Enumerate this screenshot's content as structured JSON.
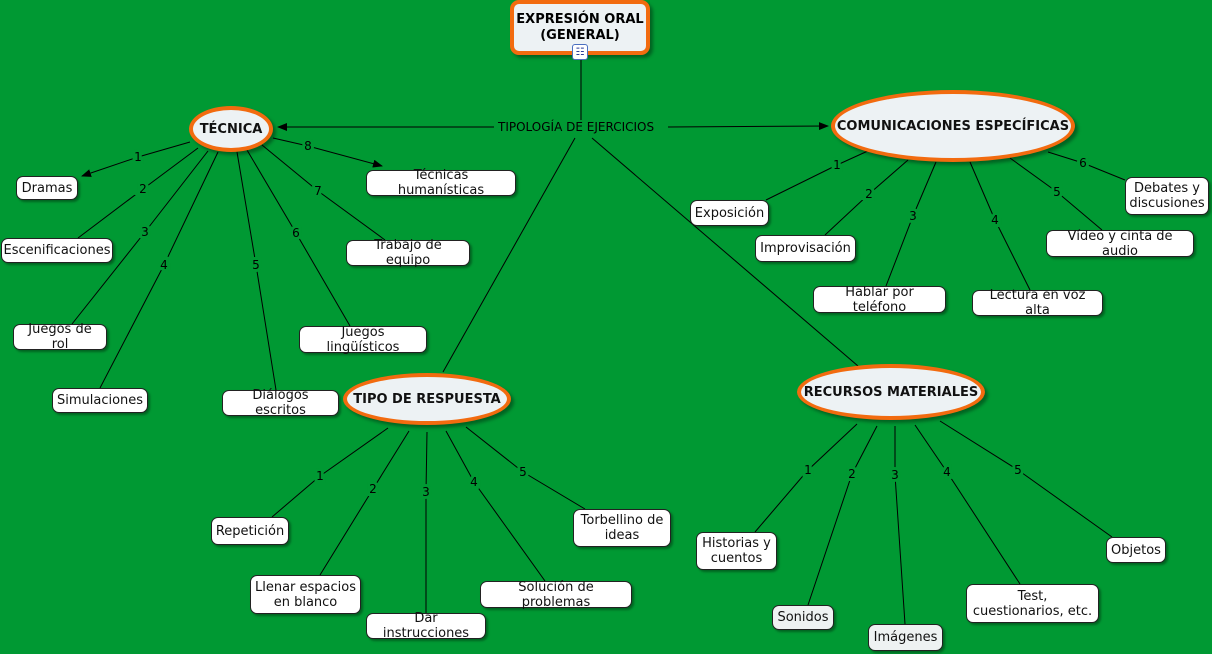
{
  "root": {
    "title_line1": "EXPRESIÓN ORAL",
    "title_line2": "(GENERAL)",
    "icon": "concept-map-icon"
  },
  "link_label": "TIPOLOGÍA DE EJERCICIOS",
  "colors": {
    "background": "#009933",
    "node_border": "#f26b0f",
    "node_fill": "#edf2f4"
  },
  "tecnica": {
    "title": "TÉCNICA",
    "children": [
      {
        "num": "1",
        "label": "Dramas"
      },
      {
        "num": "2",
        "label": "Escenificaciones"
      },
      {
        "num": "3",
        "label": "Juegos de rol"
      },
      {
        "num": "4",
        "label": "Simulaciones"
      },
      {
        "num": "5",
        "label": "Diálogos escritos"
      },
      {
        "num": "6",
        "label": "Juegos lingüísticos"
      },
      {
        "num": "7",
        "label": "Trabajo de equipo"
      },
      {
        "num": "8",
        "label": "Técnicas humanísticas"
      }
    ]
  },
  "comunicaciones": {
    "title": "COMUNICACIONES ESPECÍFICAS",
    "children": [
      {
        "num": "1",
        "label": "Exposición"
      },
      {
        "num": "2",
        "label": "Improvisación"
      },
      {
        "num": "3",
        "label": "Hablar por teléfono"
      },
      {
        "num": "4",
        "label": "Lectura en voz alta"
      },
      {
        "num": "5",
        "label": "Vídeo y cinta de audio"
      },
      {
        "num": "6",
        "label": "Debates y discusiones"
      }
    ]
  },
  "tipo": {
    "title": "TIPO DE RESPUESTA",
    "children": [
      {
        "num": "1",
        "label": "Repetición"
      },
      {
        "num": "2",
        "label": "Llenar espacios en blanco"
      },
      {
        "num": "3",
        "label": "Dar instrucciones"
      },
      {
        "num": "4",
        "label": "Solución de problemas"
      },
      {
        "num": "5",
        "label": "Torbellino de ideas"
      }
    ]
  },
  "recursos": {
    "title": "RECURSOS MATERIALES",
    "children": [
      {
        "num": "1",
        "label": "Historias y cuentos"
      },
      {
        "num": "2",
        "label": "Sonidos"
      },
      {
        "num": "3",
        "label": "Imágenes"
      },
      {
        "num": "4",
        "label": "Test, cuestionarios, etc."
      },
      {
        "num": "5",
        "label": "Objetos"
      }
    ]
  }
}
